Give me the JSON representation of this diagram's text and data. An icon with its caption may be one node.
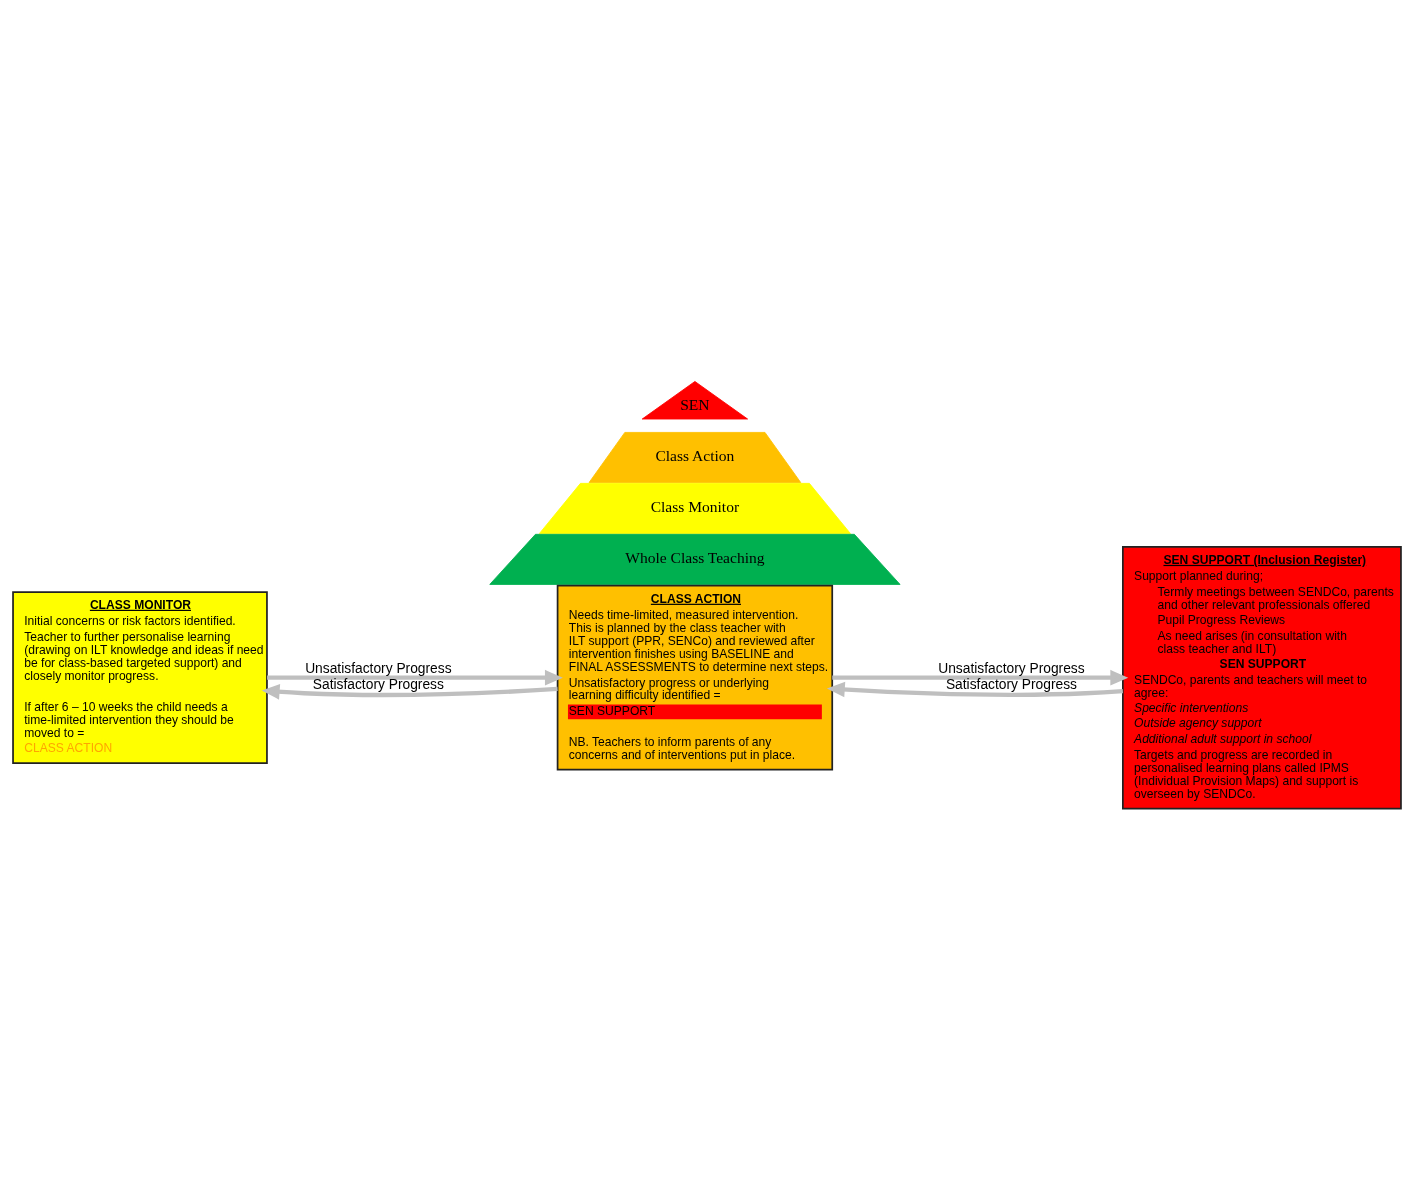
{
  "diagram": {
    "nodes": [
      {
        "text": [
          "SEN"
        ]
      },
      {
        "text": [
          "Class Action"
        ]
      },
      {
        "text": [
          "Class Monitor"
        ]
      },
      {
        "text": [
          "Whole Class Teaching"
        ]
      },
      {
        "text": [
          "CLASS MONITOR",
          "Initial concerns or risk factors identified.",
          "Teacher to further personalise learning (drawing on ILT knowledge and ideas if need be for class-based targeted support) and closely monitor progress.",
          "If after 6 – 10 weeks the child needs a time-limited intervention they should be moved to =",
          "CLASS ACTION"
        ]
      },
      {
        "text": [
          "CLASS ACTION",
          "Needs time-limited, measured intervention. This is planned by the class teacher with ILT support (PPR, SENCo) and reviewed after intervention finishes using BASELINE and FINAL ASSESSMENTS to determine next steps.",
          "Unsatisfactory progress or underlying learning difficulty identified =",
          "SEN SUPPORT",
          "NB. Teachers to inform parents of any concerns and of interventions put in place."
        ]
      },
      {
        "text": [
          "SEN SUPPORT (Inclusion Register)",
          "Support planned during;",
          "Termly meetings between SENDCo, parents and other relevant professionals offered",
          "Pupil Progress Reviews",
          "As need arises (in consultation with class teacher and ILT)",
          "SEN SUPPORT",
          "SENDCo, parents and teachers will meet to agree:",
          "Specific interventions",
          "Outside agency support",
          "Additional adult support in school",
          "Targets and progress are recorded in personalised learning plans called IPMS (Individual Provision Maps) and support is overseen by SENDCo."
        ]
      }
    ],
    "edges": [
      {
        "from": 4,
        "to": 5,
        "arrow": "to",
        "label": "Unsatisfactory Progress"
      },
      {
        "from": 5,
        "to": 6,
        "arrow": "to",
        "label": "Unsatisfactory Progress"
      },
      {
        "from": 5,
        "to": 4,
        "arrow": "to",
        "label": "Satisfactory Progress"
      },
      {
        "from": 6,
        "to": 5,
        "arrow": "to",
        "label": "Satisfactory Progress"
      }
    ]
  }
}
